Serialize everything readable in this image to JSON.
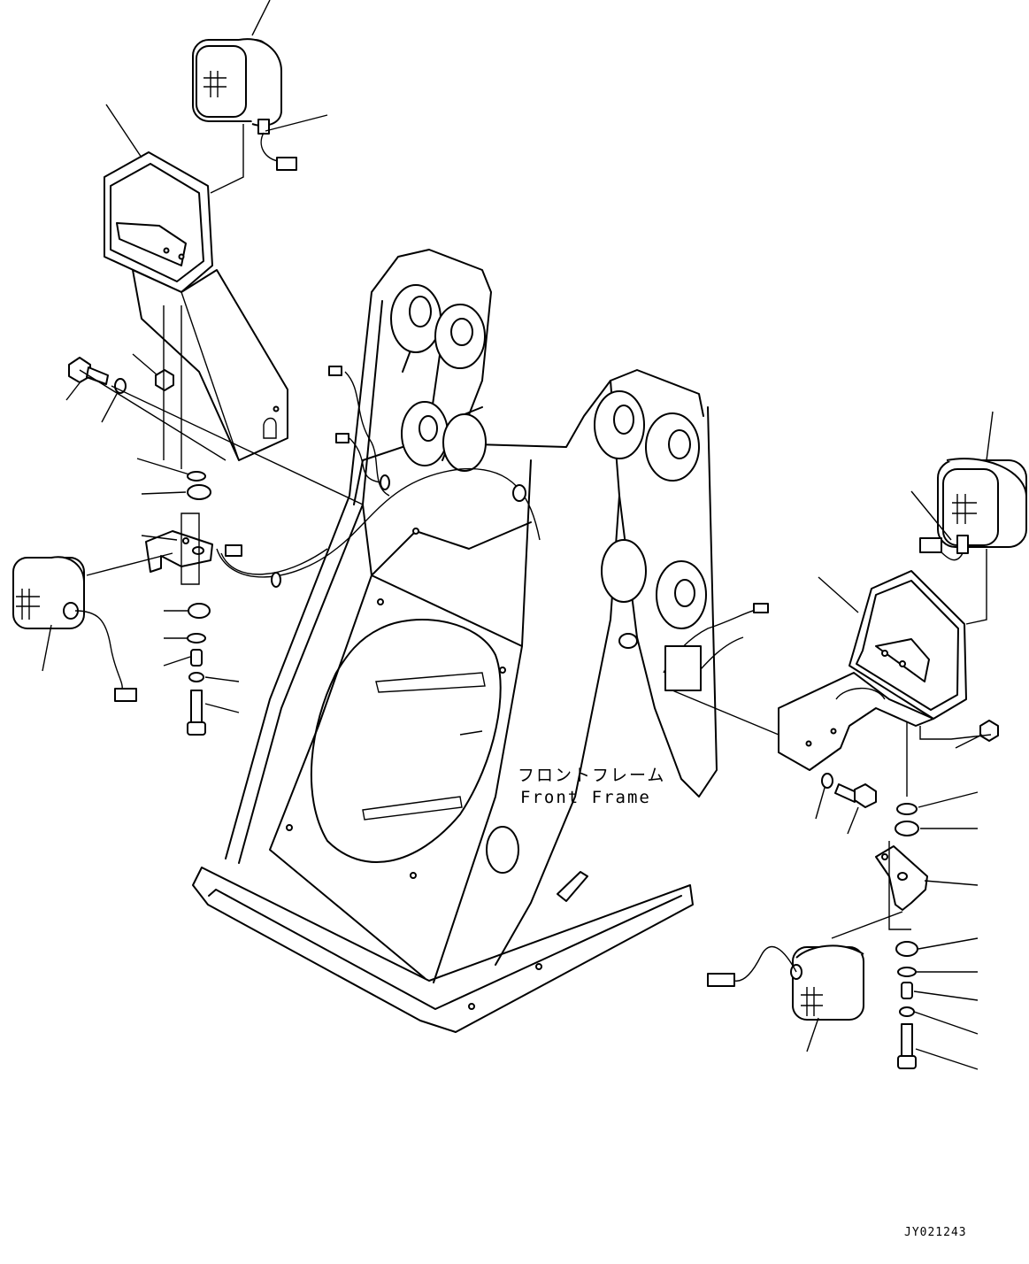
{
  "labels": {
    "frame_name_jp": "フロントフレーム",
    "frame_name_en": "Front Frame",
    "drawing_code": "JY021243"
  }
}
